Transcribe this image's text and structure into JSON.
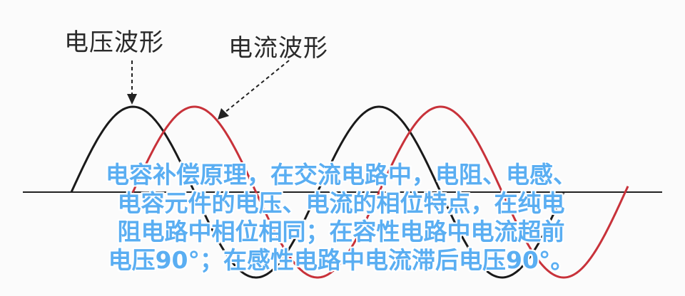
{
  "labels": {
    "voltage": "电压波形",
    "current": "电流波形"
  },
  "caption": {
    "lines": [
      "电容补偿原理，在交流电路中，电阻、电感、",
      "电容元件的电压、电流的相位特点，在纯电",
      "阻电路中相位相同；在容性电路中电流超前",
      "电压90°；在感性电路中电流滞后电压90°。"
    ]
  },
  "colors": {
    "voltage_wave": "#1a1a1a",
    "current_wave": "#c8323a",
    "caption_text": "#5aaef2",
    "axis": "#222222"
  },
  "phase_shift_degrees": 90
}
